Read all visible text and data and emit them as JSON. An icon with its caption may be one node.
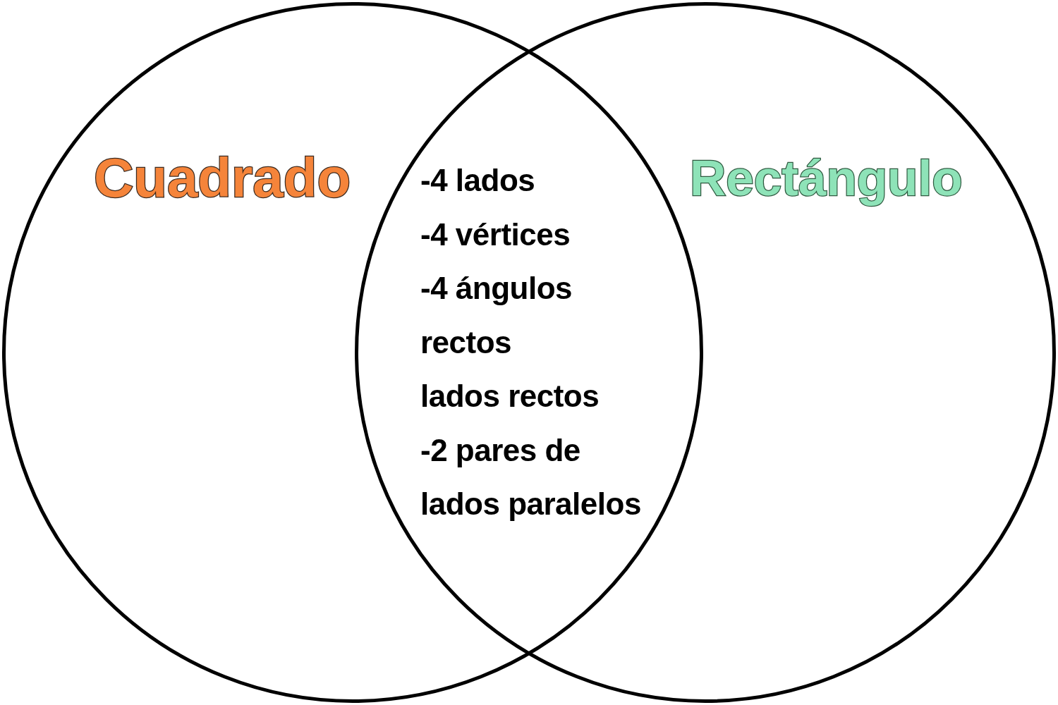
{
  "diagram": {
    "nodes": [
      {
        "text": [
          "Cuadrado"
        ]
      },
      {
        "text": [
          "Rectángulo"
        ]
      }
    ],
    "edges": [],
    "labels": [
      "-4 lados",
      "-4 vértices",
      "-4 ángulos rectos",
      "lados rectos",
      "-2 pares de lados paralelos"
    ]
  }
}
